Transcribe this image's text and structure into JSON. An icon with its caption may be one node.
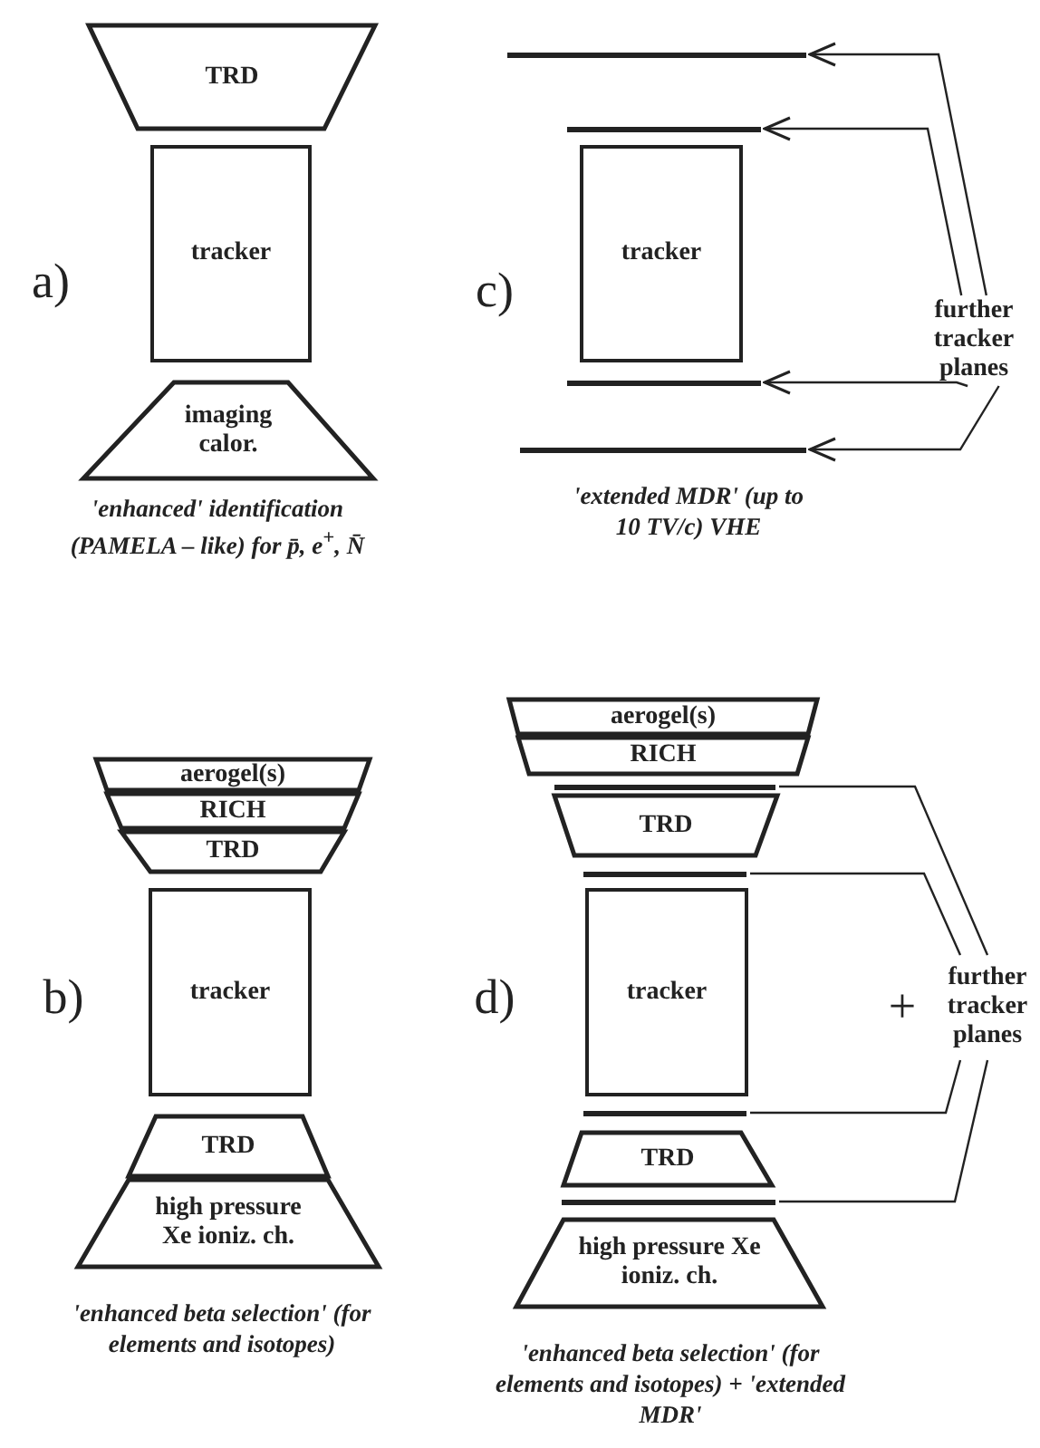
{
  "diagram": {
    "nodes": [
      {
        "text": [
          "TRD"
        ]
      },
      {
        "text": [
          "tracker"
        ]
      },
      {
        "text": [
          "imaging calor."
        ]
      },
      {
        "text": [],
        "shape": "bar"
      },
      {
        "text": [],
        "shape": "bar"
      },
      {
        "text": [
          "tracker"
        ]
      },
      {
        "text": [],
        "shape": "bar"
      },
      {
        "text": [],
        "shape": "bar"
      },
      {
        "text": [
          "further tracker planes"
        ]
      },
      {
        "text": [
          "aerogel(s)"
        ]
      },
      {
        "text": [
          "RICH"
        ]
      },
      {
        "text": [
          "TRD"
        ]
      },
      {
        "text": [
          "tracker"
        ]
      },
      {
        "text": [
          "TRD"
        ]
      },
      {
        "text": [
          "high pressure Xe ioniz. ch."
        ]
      },
      {
        "text": [
          "aerogel(s)"
        ]
      },
      {
        "text": [
          "RICH"
        ]
      },
      {
        "text": [],
        "shape": "bar"
      },
      {
        "text": [
          "TRD"
        ]
      },
      {
        "text": [],
        "shape": "bar"
      },
      {
        "text": [
          "tracker"
        ]
      },
      {
        "text": [],
        "shape": "bar"
      },
      {
        "text": [
          "TRD"
        ]
      },
      {
        "text": [],
        "shape": "bar"
      },
      {
        "text": [
          "high pressure Xe ioniz. ch."
        ]
      },
      {
        "text": [
          "further tracker planes"
        ]
      }
    ],
    "edges": [
      {
        "from": 8,
        "to": 3,
        "arrow": "to"
      },
      {
        "from": 8,
        "to": 4,
        "arrow": "to"
      },
      {
        "from": 8,
        "to": 6,
        "arrow": "to"
      },
      {
        "from": 8,
        "to": 7,
        "arrow": "to"
      },
      {
        "from": 25,
        "to": 17,
        "arrow": "none"
      },
      {
        "from": 25,
        "to": 19,
        "arrow": "none"
      },
      {
        "from": 25,
        "to": 21,
        "arrow": "none"
      },
      {
        "from": 25,
        "to": 23,
        "arrow": "none"
      }
    ],
    "labels": [
      "a)",
      "c)",
      "'enhanced' identification (PAMELA – like) for p̄, e$^{+}$, N̄",
      "'extended MDR' (up to 10 TV/c) VHE",
      "b)",
      "d)",
      "+",
      "'enhanced beta selection' (for elements and isotopes)",
      "'enhanced beta selection' (for elements and isotopes) + 'extended MDR'"
    ]
  }
}
